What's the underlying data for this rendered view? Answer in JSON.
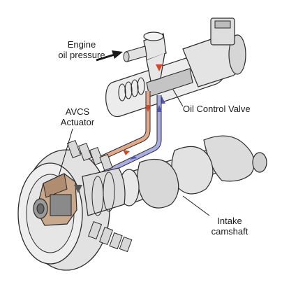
{
  "labels": {
    "engine_oil_pressure": [
      "Engine",
      "oil pressure"
    ],
    "oil_control_valve": "Oil Control Valve",
    "avcs_actuator": [
      "AVCS",
      "Actuator"
    ],
    "intake_camshaft": [
      "Intake",
      "camshaft"
    ]
  },
  "colors": {
    "outline": "#2b2b2b",
    "body_fill": "#ececec",
    "shade_fill": "#cfcfcf",
    "dark_fill": "#8a8a8a",
    "oil_pressure_line": "#e3a98c",
    "oil_pressure_arrow": "#d04a2a",
    "drain_line": "#a9aee0",
    "drain_arrow": "#4f56b8",
    "actuator_fill": "#c9a98d"
  }
}
